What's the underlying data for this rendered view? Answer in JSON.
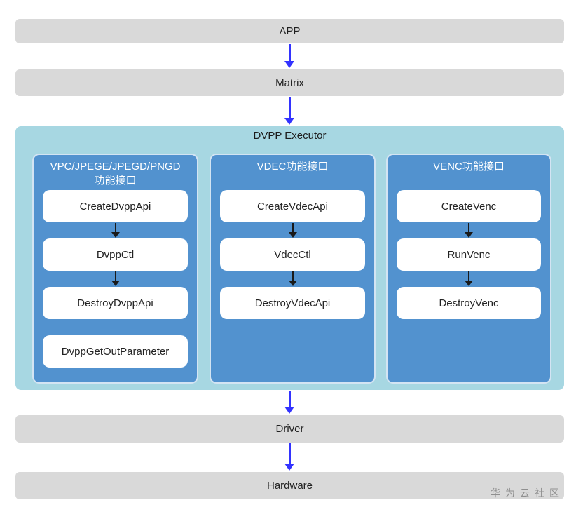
{
  "layers": {
    "app": {
      "label": "APP"
    },
    "matrix": {
      "label": "Matrix"
    },
    "driver": {
      "label": "Driver"
    },
    "hardware": {
      "label": "Hardware"
    }
  },
  "executor": {
    "title": "DVPP Executor",
    "columns": [
      {
        "title_line1": "VPC/JPEGE/JPEGD/PNGD",
        "title_line2": "功能接口",
        "boxes": [
          "CreateDvppApi",
          "DvppCtl",
          "DestroyDvppApi",
          "DvppGetOutParameter"
        ]
      },
      {
        "title_line1": "VDEC功能接口",
        "boxes": [
          "CreateVdecApi",
          "VdecCtl",
          "DestroyVdecApi"
        ]
      },
      {
        "title_line1": "VENC功能接口",
        "boxes": [
          "CreateVenc",
          "RunVenc",
          "DestroyVenc"
        ]
      }
    ]
  },
  "watermark": "华为云社区",
  "colors": {
    "layer_bar": "#d9d9d9",
    "executor_background": "#a7d7e2",
    "column_background": "#5292cf",
    "flow_arrow": "#3333ff",
    "inner_arrow": "#1a1a1a",
    "box_background": "#ffffff",
    "watermark_text": "#8f8f8f"
  }
}
